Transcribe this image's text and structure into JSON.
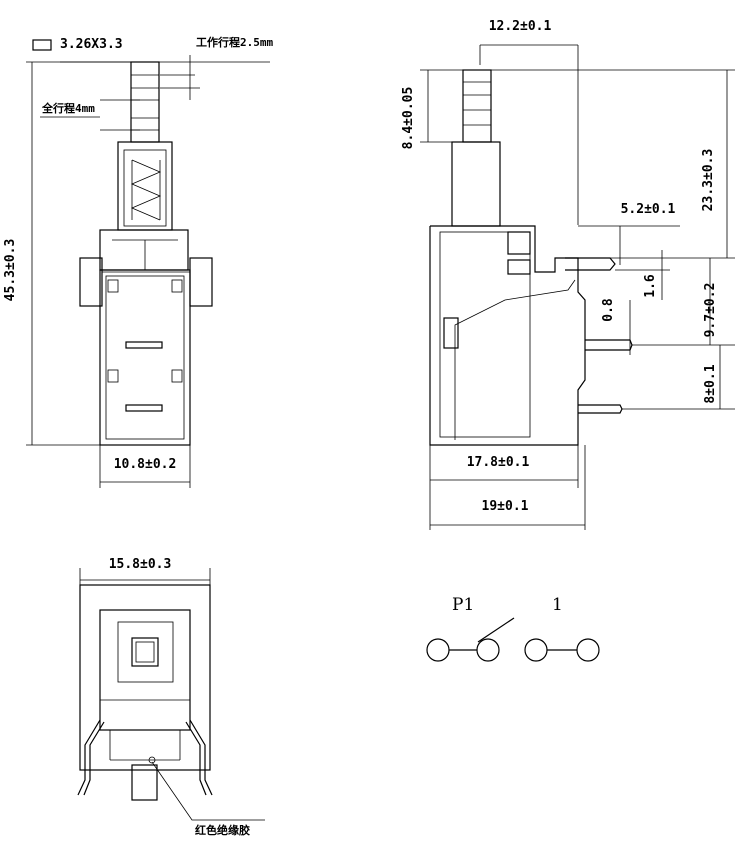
{
  "dimensions": {
    "stem_size": "3.26X3.3",
    "work_travel": "工作行程2.5mm",
    "full_travel": "全行程4mm",
    "height_total": "45.3±0.3",
    "width_front": "10.8±0.2",
    "top_width": "12.2±0.1",
    "stem_height": "8.4±0.05",
    "upper_height": "23.3±0.3",
    "pin_offset": "5.2±0.1",
    "pin_thk_a": "1.6",
    "pin_thk_b": "0.8",
    "pin_pitch_a": "9.7±0.2",
    "pin_pitch_b": "8±0.1",
    "body_depth": "17.8±0.1",
    "total_depth": "19±0.1",
    "bottom_width": "15.8±0.3",
    "insulator_note": "红色绝缘胶"
  },
  "schematic": {
    "label_p1": "P1",
    "label_1": "1"
  }
}
